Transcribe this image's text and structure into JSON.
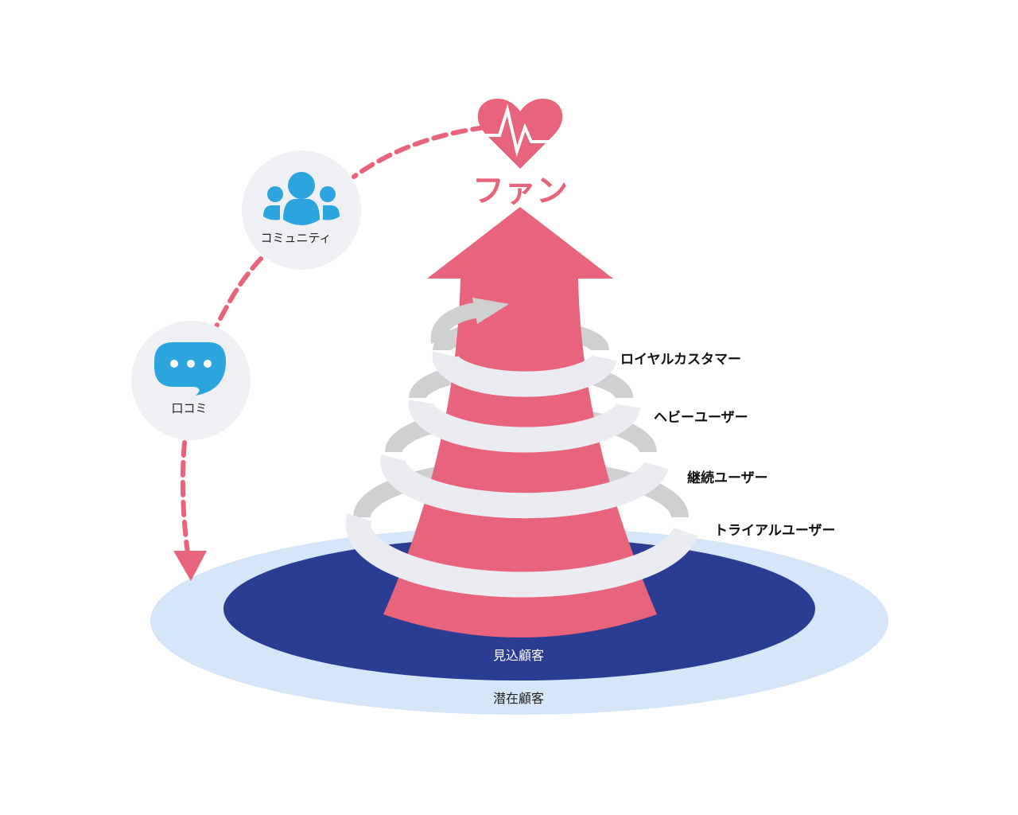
{
  "title": "ファン",
  "stages": [
    {
      "label": "ロイヤルカスタマー"
    },
    {
      "label": "ヘビーユーザー"
    },
    {
      "label": "継続ユーザー"
    },
    {
      "label": "トライアルユーザー"
    }
  ],
  "base": {
    "inner_label": "見込顧客",
    "outer_label": "潜在顧客"
  },
  "channels": [
    {
      "label": "口コミ",
      "icon": "speech-bubble-icon"
    },
    {
      "label": "コミュニティ",
      "icon": "people-icon"
    }
  ],
  "colors": {
    "pink": "#e8637c",
    "blue": "#2ca4dd",
    "navy": "#2a3d92",
    "lightblue": "#d4e6f8",
    "ribbon": "#ebecf1",
    "ribbon_back": "#d0d0d0"
  }
}
